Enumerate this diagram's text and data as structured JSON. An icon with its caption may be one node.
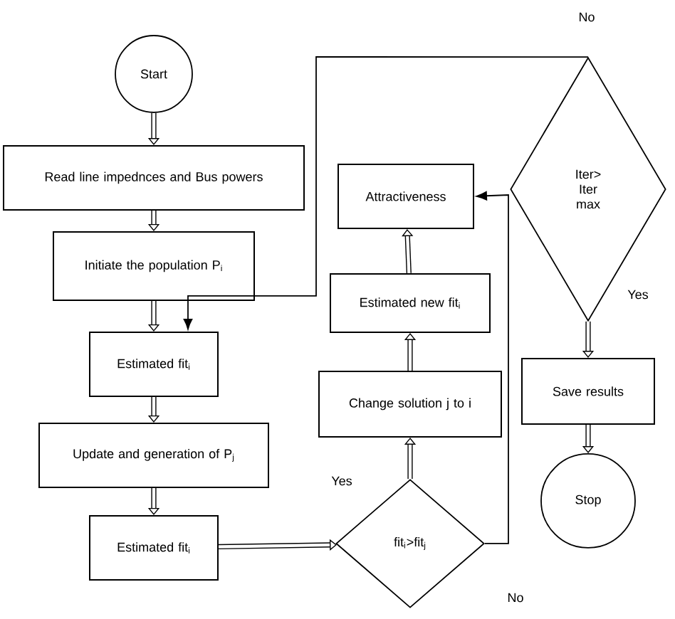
{
  "diagram": {
    "nodes": [
      {
        "text": [
          "Start"
        ]
      },
      {
        "text": [
          "Read line impednces and Bus powers"
        ]
      },
      {
        "text": [
          "Initiate the population P$_{i}$"
        ]
      },
      {
        "text": [
          "Estimated fit$_{i}$"
        ]
      },
      {
        "text": [
          "Update and generation of P$_{j}$"
        ]
      },
      {
        "text": [
          "Estimated fit$_{i}$"
        ]
      },
      {
        "text": [
          "fit$_{i}$>fit$_{j}$"
        ]
      },
      {
        "text": [
          "Change solution j to i"
        ]
      },
      {
        "text": [
          "Estimated new fit$_{i}$"
        ]
      },
      {
        "text": [
          "Attractiveness"
        ]
      },
      {
        "text": [
          "Iter> Iter max"
        ]
      },
      {
        "text": [
          "Save results"
        ]
      },
      {
        "text": [
          "Stop"
        ]
      }
    ],
    "edges": [
      {
        "from": 0,
        "to": 1,
        "arrow": "to"
      },
      {
        "from": 1,
        "to": 2,
        "arrow": "to"
      },
      {
        "from": 2,
        "to": 3,
        "arrow": "to"
      },
      {
        "from": 3,
        "to": 4,
        "arrow": "to"
      },
      {
        "from": 4,
        "to": 5,
        "arrow": "to"
      },
      {
        "from": 5,
        "to": 6,
        "arrow": "to"
      },
      {
        "from": 6,
        "to": 7,
        "arrow": "to",
        "label": "Yes"
      },
      {
        "from": 7,
        "to": 8,
        "arrow": "to"
      },
      {
        "from": 8,
        "to": 9,
        "arrow": "to"
      },
      {
        "from": 6,
        "to": 9,
        "arrow": "to",
        "label": "No"
      },
      {
        "from": 10,
        "to": 3,
        "arrow": "to",
        "label": "No"
      },
      {
        "from": 10,
        "to": 11,
        "arrow": "to",
        "label": "Yes"
      },
      {
        "from": 11,
        "to": 12,
        "arrow": "to"
      }
    ]
  }
}
